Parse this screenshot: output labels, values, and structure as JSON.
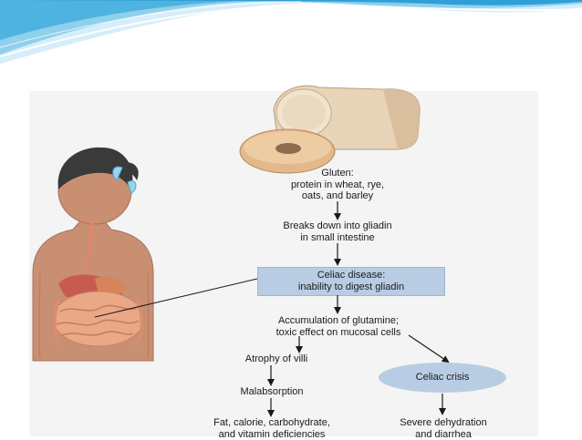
{
  "diagram": {
    "nodes": {
      "gluten": "Gluten:\nprotein in wheat, rye,\noats, and barley",
      "breakdown": "Breaks down into gliadin\nin small intestine",
      "celiac": "Celiac disease:\ninability to digest gliadin",
      "accumulation": "Accumulation of glutamine;\ntoxic effect on mucosal cells",
      "atrophy": "Atrophy of villi",
      "malabsorption": "Malabsorption",
      "deficiencies": "Fat, calorie, carbohydrate,\nand vitamin deficiencies",
      "crisis": "Celiac crisis",
      "dehydration": "Severe dehydration\nand diarrhea"
    }
  },
  "colors": {
    "header_blue": "#4fb3e0",
    "header_light": "#bfe3f4",
    "panel": "#f4f4f4",
    "node_fill": "#b8cde4",
    "skin": "#c98f72",
    "hair": "#3a3a3a",
    "intestine": "#e9a886",
    "bread": "#e8d4b8"
  },
  "icons": [
    "bread-loaf-icon",
    "bagel-icon",
    "child-torso-icon",
    "intestine-icon",
    "hair-bow-icon"
  ]
}
